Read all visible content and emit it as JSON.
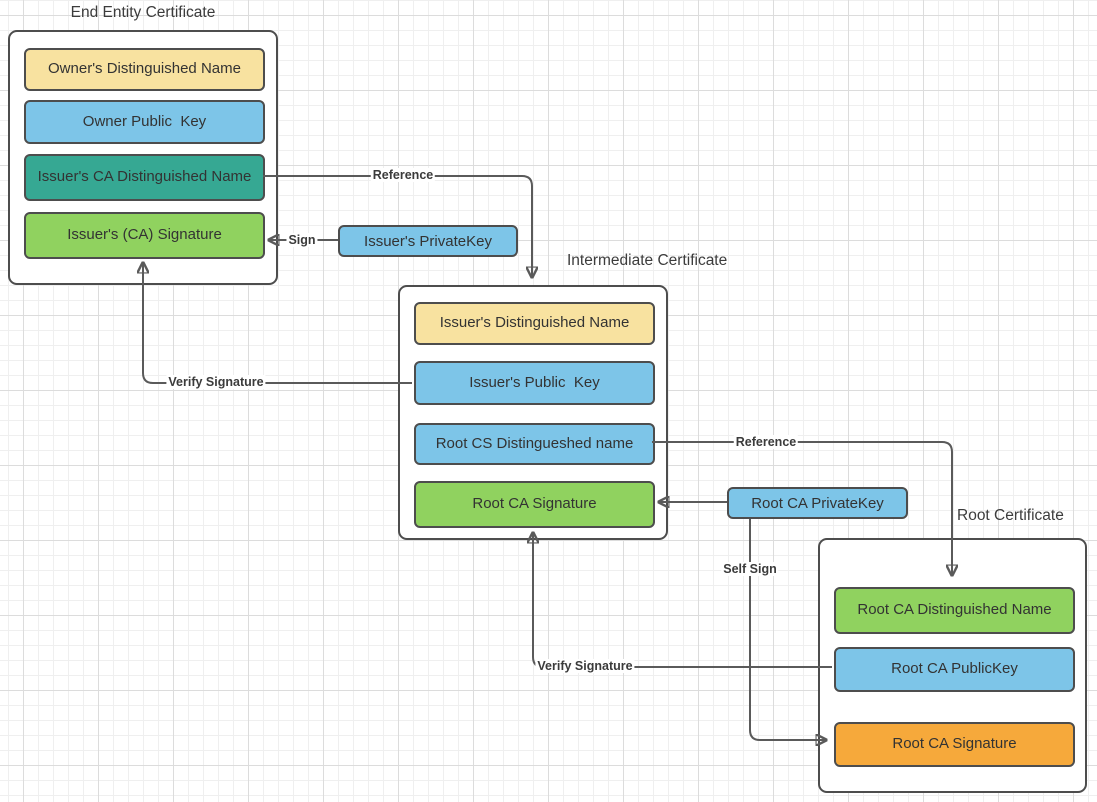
{
  "diagram": {
    "certificates": [
      {
        "title": "End Entity Certificate",
        "fields": [
          {
            "label": "Owner's Distinguished Name",
            "color": "yellow"
          },
          {
            "label": "Owner Public  Key",
            "color": "blue"
          },
          {
            "label": "Issuer's CA Distinguished Name",
            "color": "teal"
          },
          {
            "label": "Issuer's (CA) Signature",
            "color": "green"
          }
        ]
      },
      {
        "title": "Intermediate Certificate",
        "fields": [
          {
            "label": "Issuer's Distinguished Name",
            "color": "yellow"
          },
          {
            "label": "Issuer's Public  Key",
            "color": "blue"
          },
          {
            "label": "Root CS Distingueshed name",
            "color": "blue"
          },
          {
            "label": "Root CA Signature",
            "color": "green"
          }
        ]
      },
      {
        "title": "Root Certificate",
        "fields": [
          {
            "label": "Root CA Distinguished Name",
            "color": "green"
          },
          {
            "label": "Root CA PublicKey",
            "color": "blue"
          },
          {
            "label": "Root CA Signature",
            "color": "orange"
          }
        ]
      }
    ],
    "keys": [
      {
        "label": "Issuer's PrivateKey",
        "color": "blue"
      },
      {
        "label": "Root CA PrivateKey",
        "color": "blue"
      }
    ],
    "connector_labels": {
      "reference_end_to_intermediate": "Reference",
      "sign": "Sign",
      "verify_signature_intermediate_to_end": "Verify Signature",
      "reference_intermediate_to_root": "Reference",
      "self_sign": "Self Sign",
      "verify_signature_root_to_intermediate": "Verify Signature"
    },
    "colors": {
      "yellow": "#F8E2A0",
      "blue": "#7DC5E8",
      "teal": "#36A893",
      "green": "#90D25F",
      "orange": "#F6A93B",
      "line": "#5A5A5A",
      "border": "#4D4D4D"
    }
  }
}
